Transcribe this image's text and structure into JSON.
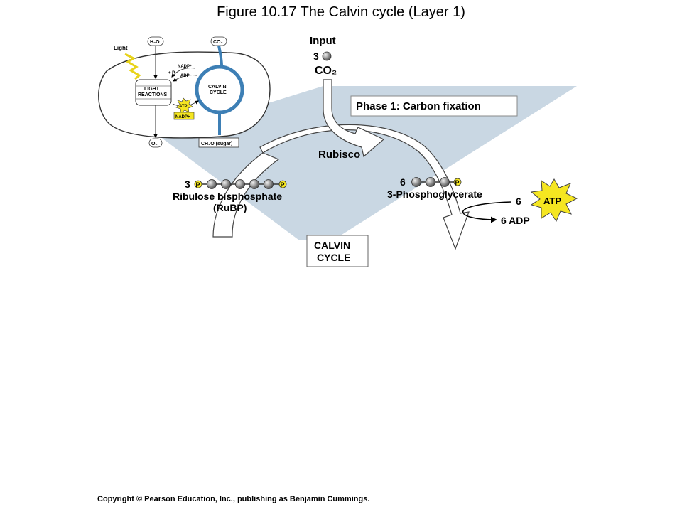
{
  "title": "Figure 10.17  The Calvin cycle (Layer 1)",
  "copyright": "Copyright © Pearson Education, Inc., publishing as Benjamin Cummings.",
  "colors": {
    "phase_fill": "#c9d7e3",
    "chloroplast_blue": "#3d7fb5",
    "atp_yellow": "#f5e621",
    "molecule_gray": "#8a8a8a"
  },
  "inset": {
    "light": "Light",
    "h2o": "H₂O",
    "co2": "CO₂",
    "nadp": "NADP⁺",
    "adp": "ADP",
    "pi": "+ P",
    "light_reactions_1": "LIGHT",
    "light_reactions_2": "REACTIONS",
    "calvin_1": "CALVIN",
    "calvin_2": "CYCLE",
    "atp": "ATP",
    "nadph": "NADPH",
    "o2": "O₂",
    "sugar": "CH₂O (sugar)"
  },
  "main": {
    "input_label": "Input",
    "input_count": "3",
    "input_molecule": "CO₂",
    "phase_label": "Phase 1: Carbon fixation",
    "enzyme": "Rubisco",
    "rubp_count": "3",
    "rubp_name": "Ribulose bisphosphate",
    "rubp_abbrev": "(RuBP)",
    "pga_count": "6",
    "pga_name": "3-Phosphoglycerate",
    "atp_count": "6",
    "atp_label": "ATP",
    "adp_label": "6 ADP",
    "p_symbol": "P",
    "cycle_1": "CALVIN",
    "cycle_2": "CYCLE"
  }
}
